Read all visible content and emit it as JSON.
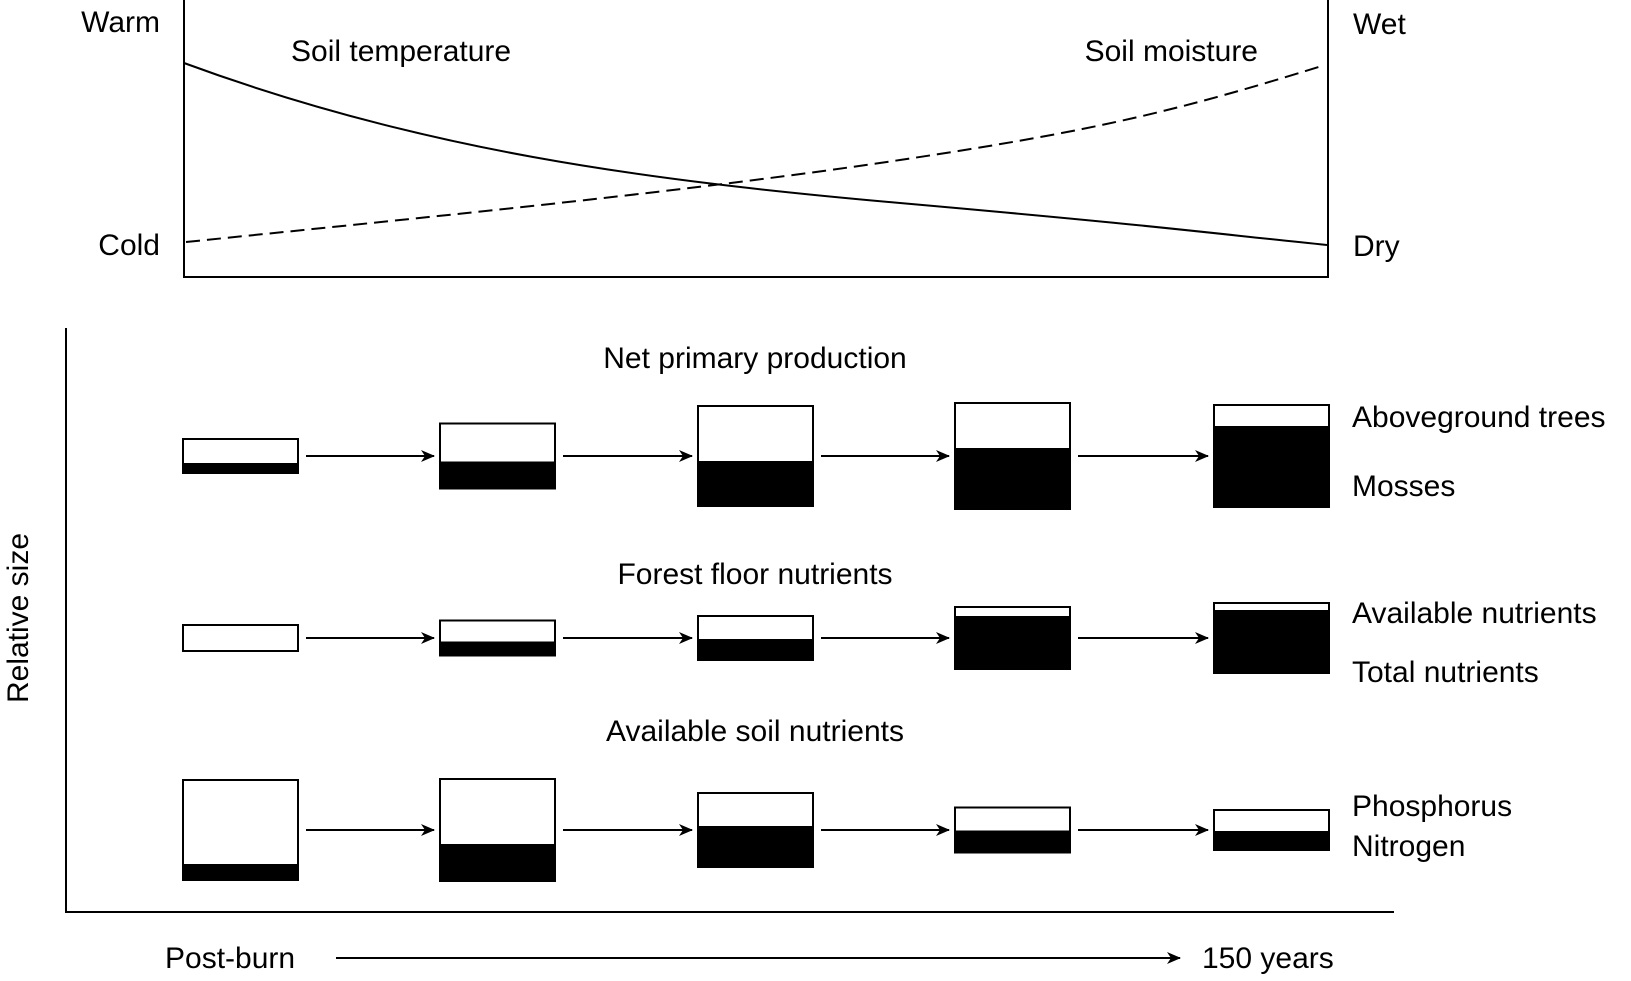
{
  "top_panel": {
    "left_axis_top": "Warm",
    "left_axis_bottom": "Cold",
    "right_axis_top": "Wet",
    "right_axis_bottom": "Dry",
    "series_temperature": "Soil temperature",
    "series_moisture": "Soil moisture"
  },
  "bottom_panel": {
    "y_label": "Relative size",
    "x_start": "Post-burn",
    "x_end": "150 years",
    "rows": [
      {
        "title": "Net primary production",
        "top_label": "Aboveground trees",
        "bottom_label": "Mosses",
        "boxes": [
          {
            "total": 0.34,
            "dark": 0.09
          },
          {
            "total": 0.65,
            "dark": 0.26
          },
          {
            "total": 1.0,
            "dark": 0.44
          },
          {
            "total": 1.06,
            "dark": 0.6
          },
          {
            "total": 1.02,
            "dark": 0.8
          }
        ]
      },
      {
        "title": "Forest floor nutrients",
        "top_label": "Available nutrients",
        "bottom_label": "Total nutrients",
        "boxes": [
          {
            "total": 0.26,
            "dark": 0.0
          },
          {
            "total": 0.35,
            "dark": 0.13
          },
          {
            "total": 0.44,
            "dark": 0.2
          },
          {
            "total": 0.62,
            "dark": 0.52
          },
          {
            "total": 0.7,
            "dark": 0.62
          }
        ]
      },
      {
        "title": "Available soil nutrients",
        "top_label": "Phosphorus",
        "bottom_label": "Nitrogen",
        "boxes": [
          {
            "total": 1.0,
            "dark": 0.15
          },
          {
            "total": 1.02,
            "dark": 0.36
          },
          {
            "total": 0.74,
            "dark": 0.4
          },
          {
            "total": 0.45,
            "dark": 0.21
          },
          {
            "total": 0.4,
            "dark": 0.18
          }
        ]
      }
    ]
  }
}
